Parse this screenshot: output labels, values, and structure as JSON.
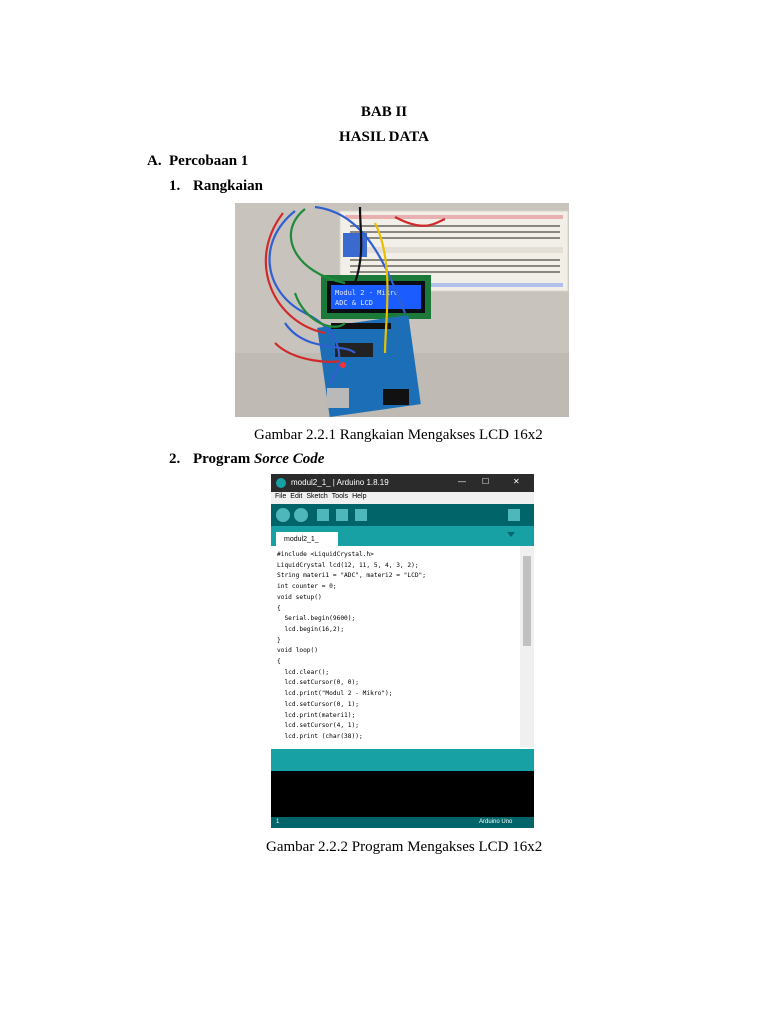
{
  "headings": {
    "chapter": "BAB II",
    "title": "HASIL DATA"
  },
  "section_a": {
    "marker": "A.",
    "title": "Percobaan 1"
  },
  "item_1": {
    "marker": "1.",
    "title": "Rangkaian"
  },
  "figure_1": {
    "caption": "Gambar 2.2.1 Rangkaian Mengakses LCD 16x2",
    "lcd_line1": "Modul 2 - Mikro",
    "lcd_line2": "ADC & LCD"
  },
  "item_2": {
    "marker": "2.",
    "title_prefix": "Program ",
    "title_italic": "Sorce Code"
  },
  "figure_2": {
    "caption": "Gambar 2.2.2 Program Mengakses LCD 16x2",
    "ide": {
      "window_title": "modul2_1_ | Arduino 1.8.19",
      "minimize": "—",
      "maximize": "☐",
      "close": "✕",
      "menu": [
        "File",
        "Edit",
        "Sketch",
        "Tools",
        "Help"
      ],
      "tab_name": "modul2_1_",
      "status_line": "1",
      "board": "Arduino Uno",
      "code": [
        "#include <LiquidCrystal.h>",
        "LiquidCrystal lcd(12, 11, 5, 4, 3, 2);",
        "String materi1 = \"ADC\", materi2 = \"LCD\";",
        "int counter = 0;",
        "void setup()",
        "{",
        "  Serial.begin(9600);",
        "  lcd.begin(16,2);",
        "}",
        "void loop()",
        "{",
        "  lcd.clear();",
        "  lcd.setCursor(0, 0);",
        "  lcd.print(\"Modul 2 - Mikro\");",
        "  lcd.setCursor(0, 1);",
        "  lcd.print(materi1);",
        "  lcd.setCursor(4, 1);",
        "  lcd.print (char(38));"
      ]
    }
  },
  "colors": {
    "arduino_dark_teal": "#006468",
    "arduino_teal": "#17a1a5",
    "lcd_backlight": "#1a5cff",
    "arduino_board": "#1c6fb6"
  }
}
